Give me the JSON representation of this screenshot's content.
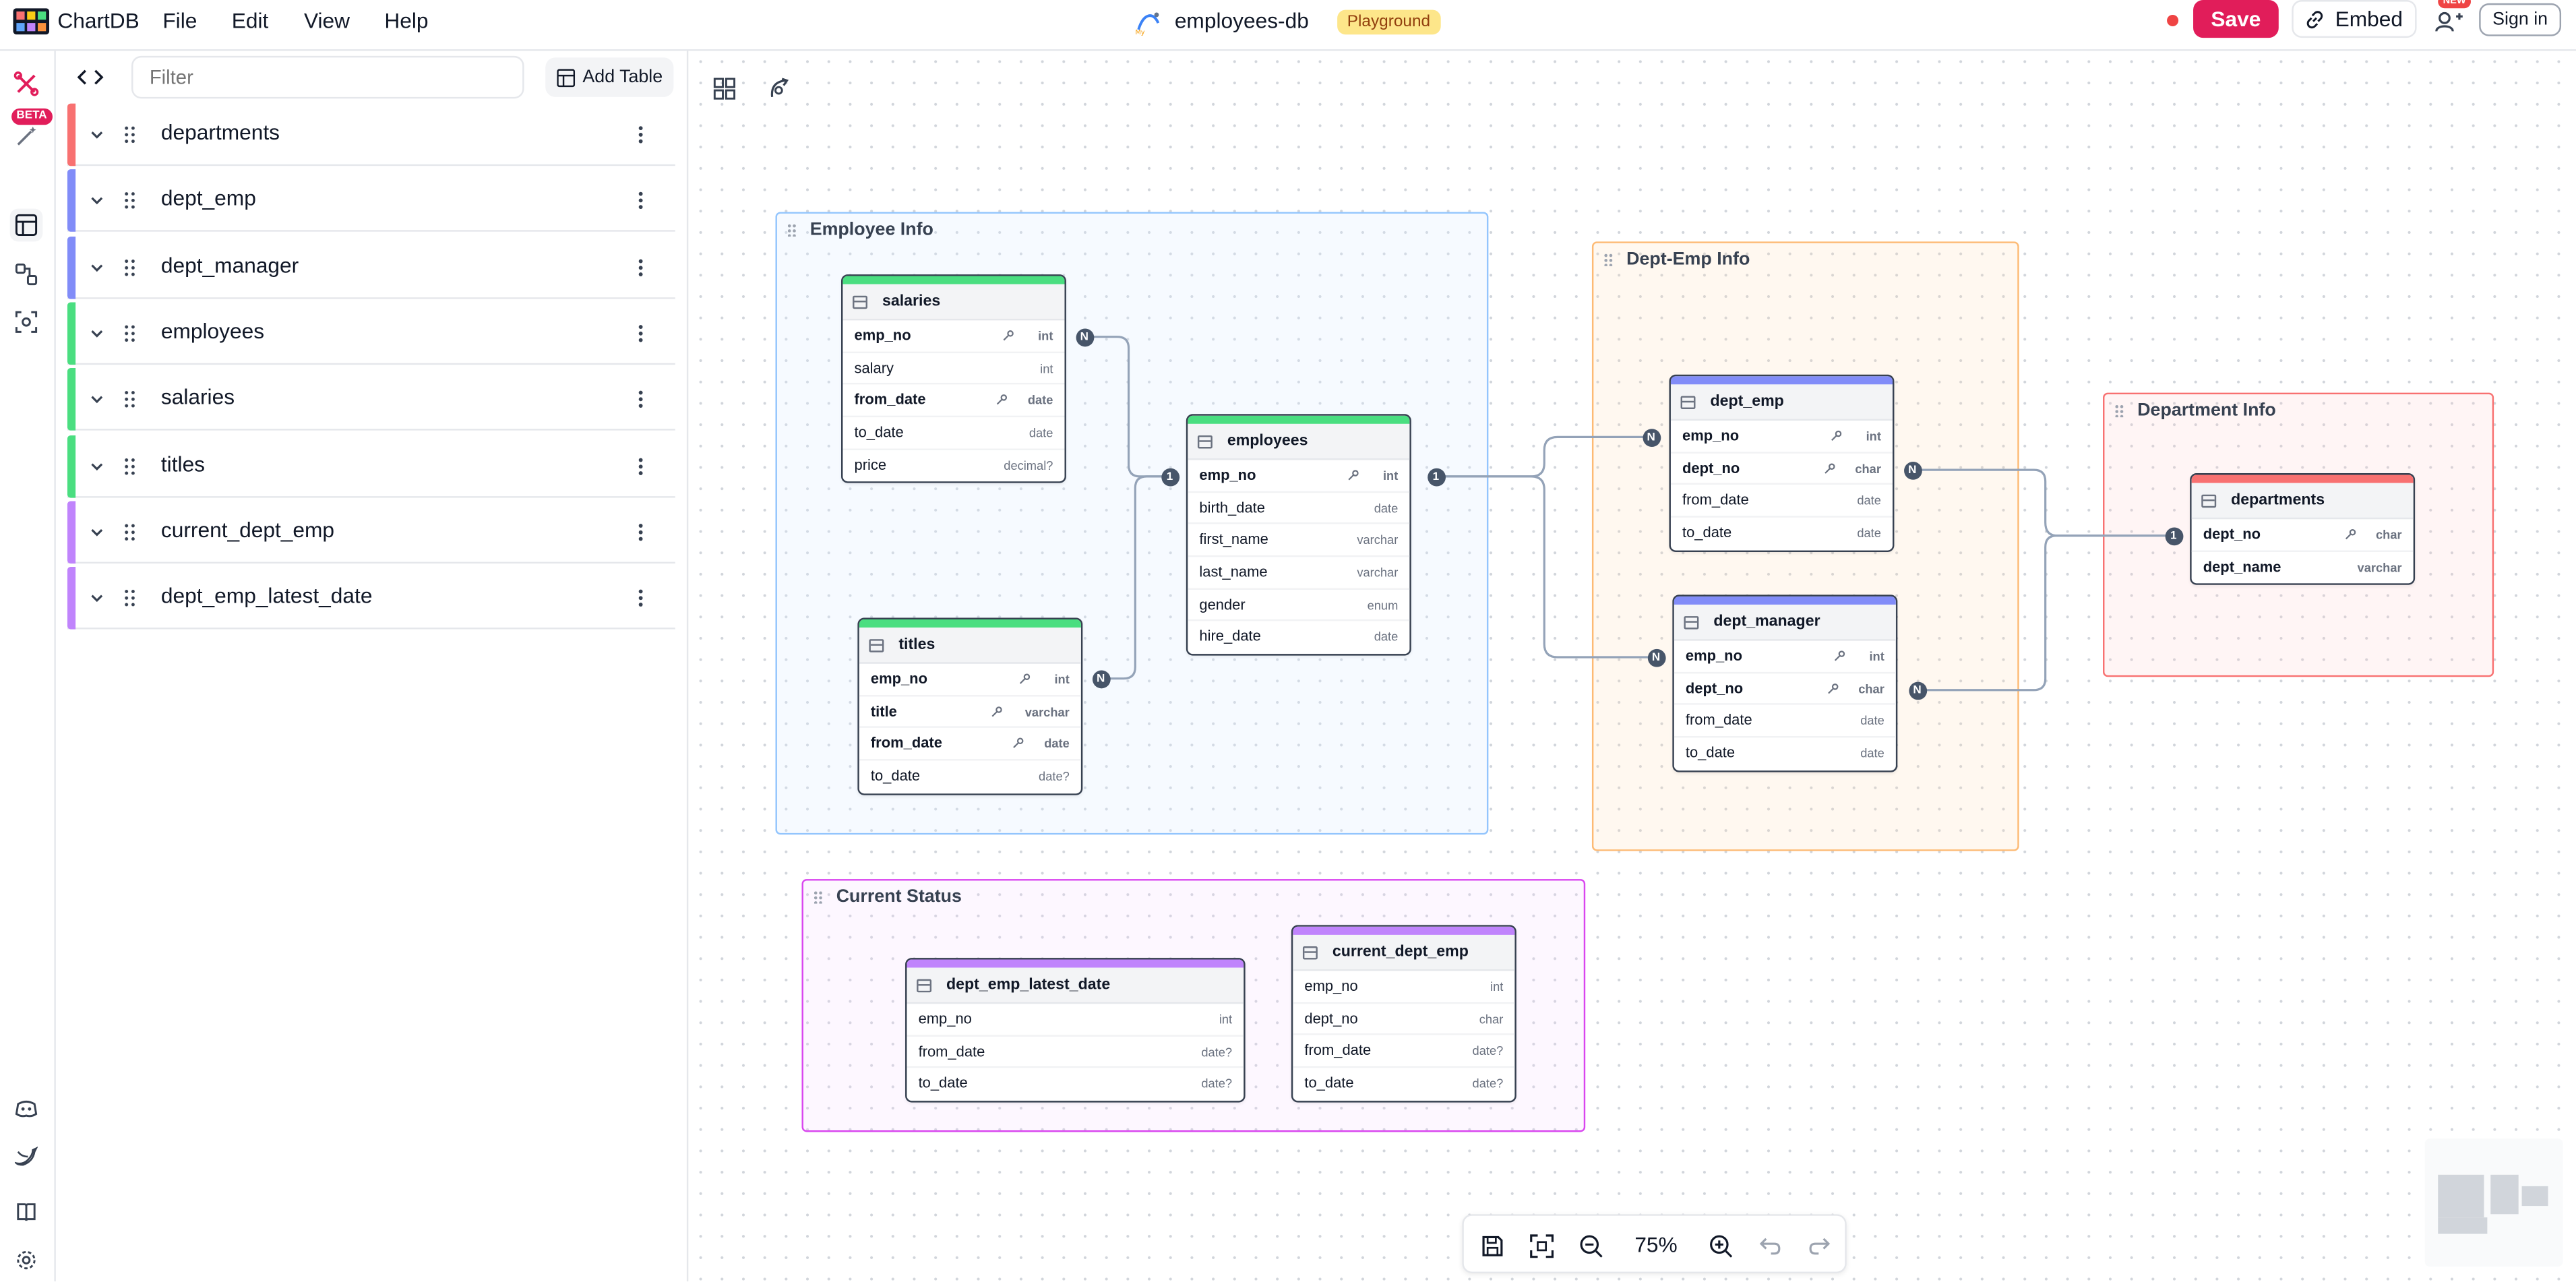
{
  "app": {
    "name": "ChartDB"
  },
  "menu": [
    "File",
    "Edit",
    "View",
    "Help"
  ],
  "diagram": {
    "name": "employees-db",
    "badge": "Playground"
  },
  "actions": {
    "save": "Save",
    "embed": "Embed",
    "sign_in": "Sign in",
    "new_badge": "NEW"
  },
  "rail": {
    "beta_badge": "BETA"
  },
  "panel": {
    "filter_placeholder": "Filter",
    "add_table": "Add Table",
    "tables": [
      {
        "name": "departments",
        "color": "#f87171"
      },
      {
        "name": "dept_emp",
        "color": "#818cf8"
      },
      {
        "name": "dept_manager",
        "color": "#818cf8"
      },
      {
        "name": "employees",
        "color": "#4ade80"
      },
      {
        "name": "salaries",
        "color": "#4ade80"
      },
      {
        "name": "titles",
        "color": "#4ade80"
      },
      {
        "name": "current_dept_emp",
        "color": "#c084fc"
      },
      {
        "name": "dept_emp_latest_date",
        "color": "#c084fc"
      }
    ]
  },
  "areas": [
    {
      "name": "Employee Info",
      "color": "#93c5fd"
    },
    {
      "name": "Dept-Emp Info",
      "color": "#fdba74"
    },
    {
      "name": "Department Info",
      "color": "#f87171"
    },
    {
      "name": "Current Status",
      "color": "#d946ef"
    }
  ],
  "tables": {
    "salaries": {
      "name": "salaries",
      "color": "#4ade80",
      "fields": [
        {
          "name": "emp_no",
          "type": "int",
          "pk": true,
          "key": true
        },
        {
          "name": "salary",
          "type": "int"
        },
        {
          "name": "from_date",
          "type": "date",
          "pk": true,
          "key": true
        },
        {
          "name": "to_date",
          "type": "date"
        },
        {
          "name": "price",
          "type": "decimal?"
        }
      ]
    },
    "employees": {
      "name": "employees",
      "color": "#4ade80",
      "fields": [
        {
          "name": "emp_no",
          "type": "int",
          "pk": true,
          "key": true
        },
        {
          "name": "birth_date",
          "type": "date"
        },
        {
          "name": "first_name",
          "type": "varchar"
        },
        {
          "name": "last_name",
          "type": "varchar"
        },
        {
          "name": "gender",
          "type": "enum"
        },
        {
          "name": "hire_date",
          "type": "date"
        }
      ]
    },
    "titles": {
      "name": "titles",
      "color": "#4ade80",
      "fields": [
        {
          "name": "emp_no",
          "type": "int",
          "pk": true,
          "key": true
        },
        {
          "name": "title",
          "type": "varchar",
          "pk": true,
          "key": true
        },
        {
          "name": "from_date",
          "type": "date",
          "pk": true,
          "key": true
        },
        {
          "name": "to_date",
          "type": "date?"
        }
      ]
    },
    "dept_emp": {
      "name": "dept_emp",
      "color": "#818cf8",
      "fields": [
        {
          "name": "emp_no",
          "type": "int",
          "pk": true,
          "key": true
        },
        {
          "name": "dept_no",
          "type": "char",
          "pk": true,
          "key": true
        },
        {
          "name": "from_date",
          "type": "date"
        },
        {
          "name": "to_date",
          "type": "date"
        }
      ]
    },
    "dept_manager": {
      "name": "dept_manager",
      "color": "#818cf8",
      "fields": [
        {
          "name": "emp_no",
          "type": "int",
          "pk": true,
          "key": true
        },
        {
          "name": "dept_no",
          "type": "char",
          "pk": true,
          "key": true
        },
        {
          "name": "from_date",
          "type": "date"
        },
        {
          "name": "to_date",
          "type": "date"
        }
      ]
    },
    "departments": {
      "name": "departments",
      "color": "#f87171",
      "fields": [
        {
          "name": "dept_no",
          "type": "char",
          "pk": true,
          "key": true
        },
        {
          "name": "dept_name",
          "type": "varchar",
          "pk": true
        }
      ]
    },
    "dept_emp_latest_date": {
      "name": "dept_emp_latest_date",
      "color": "#c084fc",
      "fields": [
        {
          "name": "emp_no",
          "type": "int"
        },
        {
          "name": "from_date",
          "type": "date?"
        },
        {
          "name": "to_date",
          "type": "date?"
        }
      ]
    },
    "current_dept_emp": {
      "name": "current_dept_emp",
      "color": "#c084fc",
      "fields": [
        {
          "name": "emp_no",
          "type": "int"
        },
        {
          "name": "dept_no",
          "type": "char"
        },
        {
          "name": "from_date",
          "type": "date?"
        },
        {
          "name": "to_date",
          "type": "date?"
        }
      ]
    }
  },
  "relationships": [
    {
      "from": "salaries.emp_no",
      "to": "employees.emp_no",
      "from_card": "N",
      "to_card": "1"
    },
    {
      "from": "titles.emp_no",
      "to": "employees.emp_no",
      "from_card": "N",
      "to_card": "1"
    },
    {
      "from": "employees.emp_no",
      "to": "dept_emp.emp_no",
      "from_card": "1",
      "to_card": "N"
    },
    {
      "from": "employees.emp_no",
      "to": "dept_manager.emp_no",
      "from_card": "1",
      "to_card": "N"
    },
    {
      "from": "dept_emp.dept_no",
      "to": "departments.dept_no",
      "from_card": "N",
      "to_card": "1"
    },
    {
      "from": "dept_manager.dept_no",
      "to": "departments.dept_no",
      "from_card": "N",
      "to_card": "1"
    }
  ],
  "zoom": {
    "level": "75%"
  },
  "colors": {
    "accent": "#e11d5a",
    "status_dot": "#ef4444",
    "playground_bg": "#fde68a"
  }
}
